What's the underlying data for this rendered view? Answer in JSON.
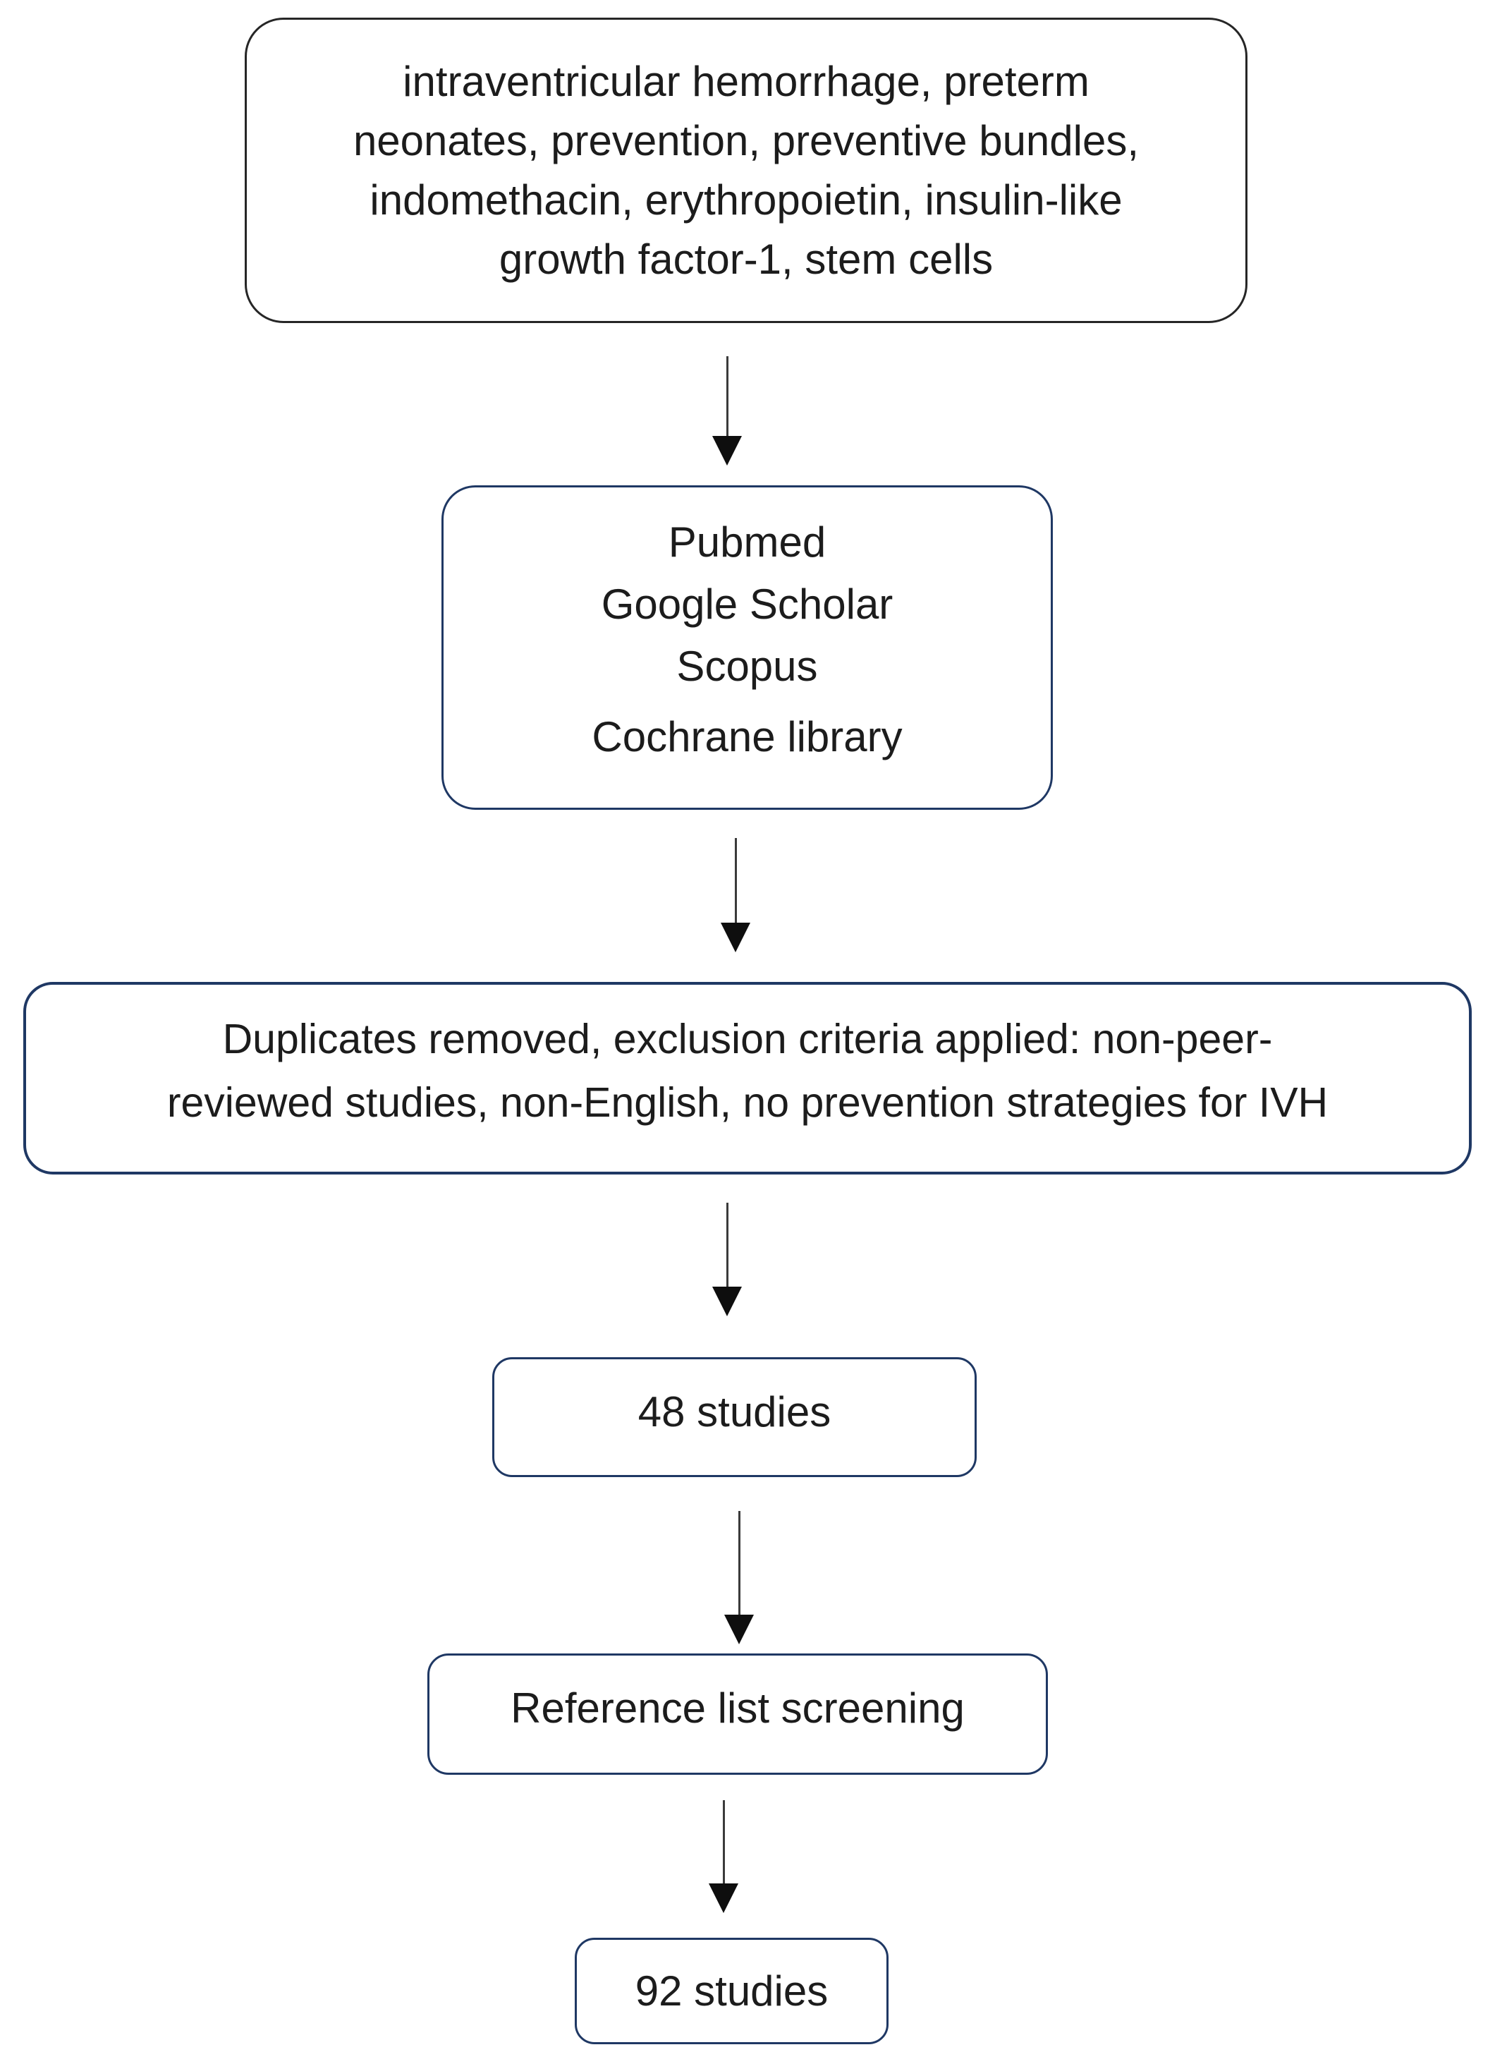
{
  "colors": {
    "background": "#ffffff",
    "keywords_box_border": "#262626",
    "flow_box_border": "#1f3864",
    "arrow_shaft": "#3b3b3b",
    "arrow_head": "#0e0e0e",
    "text": "#1c1c1c"
  },
  "flow": {
    "nodes": [
      {
        "id": "keywords",
        "lines": [
          "intraventricular hemorrhage, preterm",
          "neonates, prevention, preventive bundles,",
          "indomethacin, erythropoietin, insulin-like",
          "growth factor-1, stem cells"
        ]
      },
      {
        "id": "databases",
        "lines": [
          "Pubmed",
          "Google Scholar",
          "Scopus",
          "Cochrane library"
        ]
      },
      {
        "id": "exclusion",
        "lines": [
          "Duplicates removed, exclusion criteria applied: non-peer-",
          "reviewed studies, non-English, no prevention strategies for IVH"
        ]
      },
      {
        "id": "studies-48",
        "lines": [
          "48 studies"
        ]
      },
      {
        "id": "reference-screening",
        "lines": [
          "Reference list screening"
        ]
      },
      {
        "id": "studies-92",
        "lines": [
          "92 studies"
        ]
      }
    ]
  }
}
